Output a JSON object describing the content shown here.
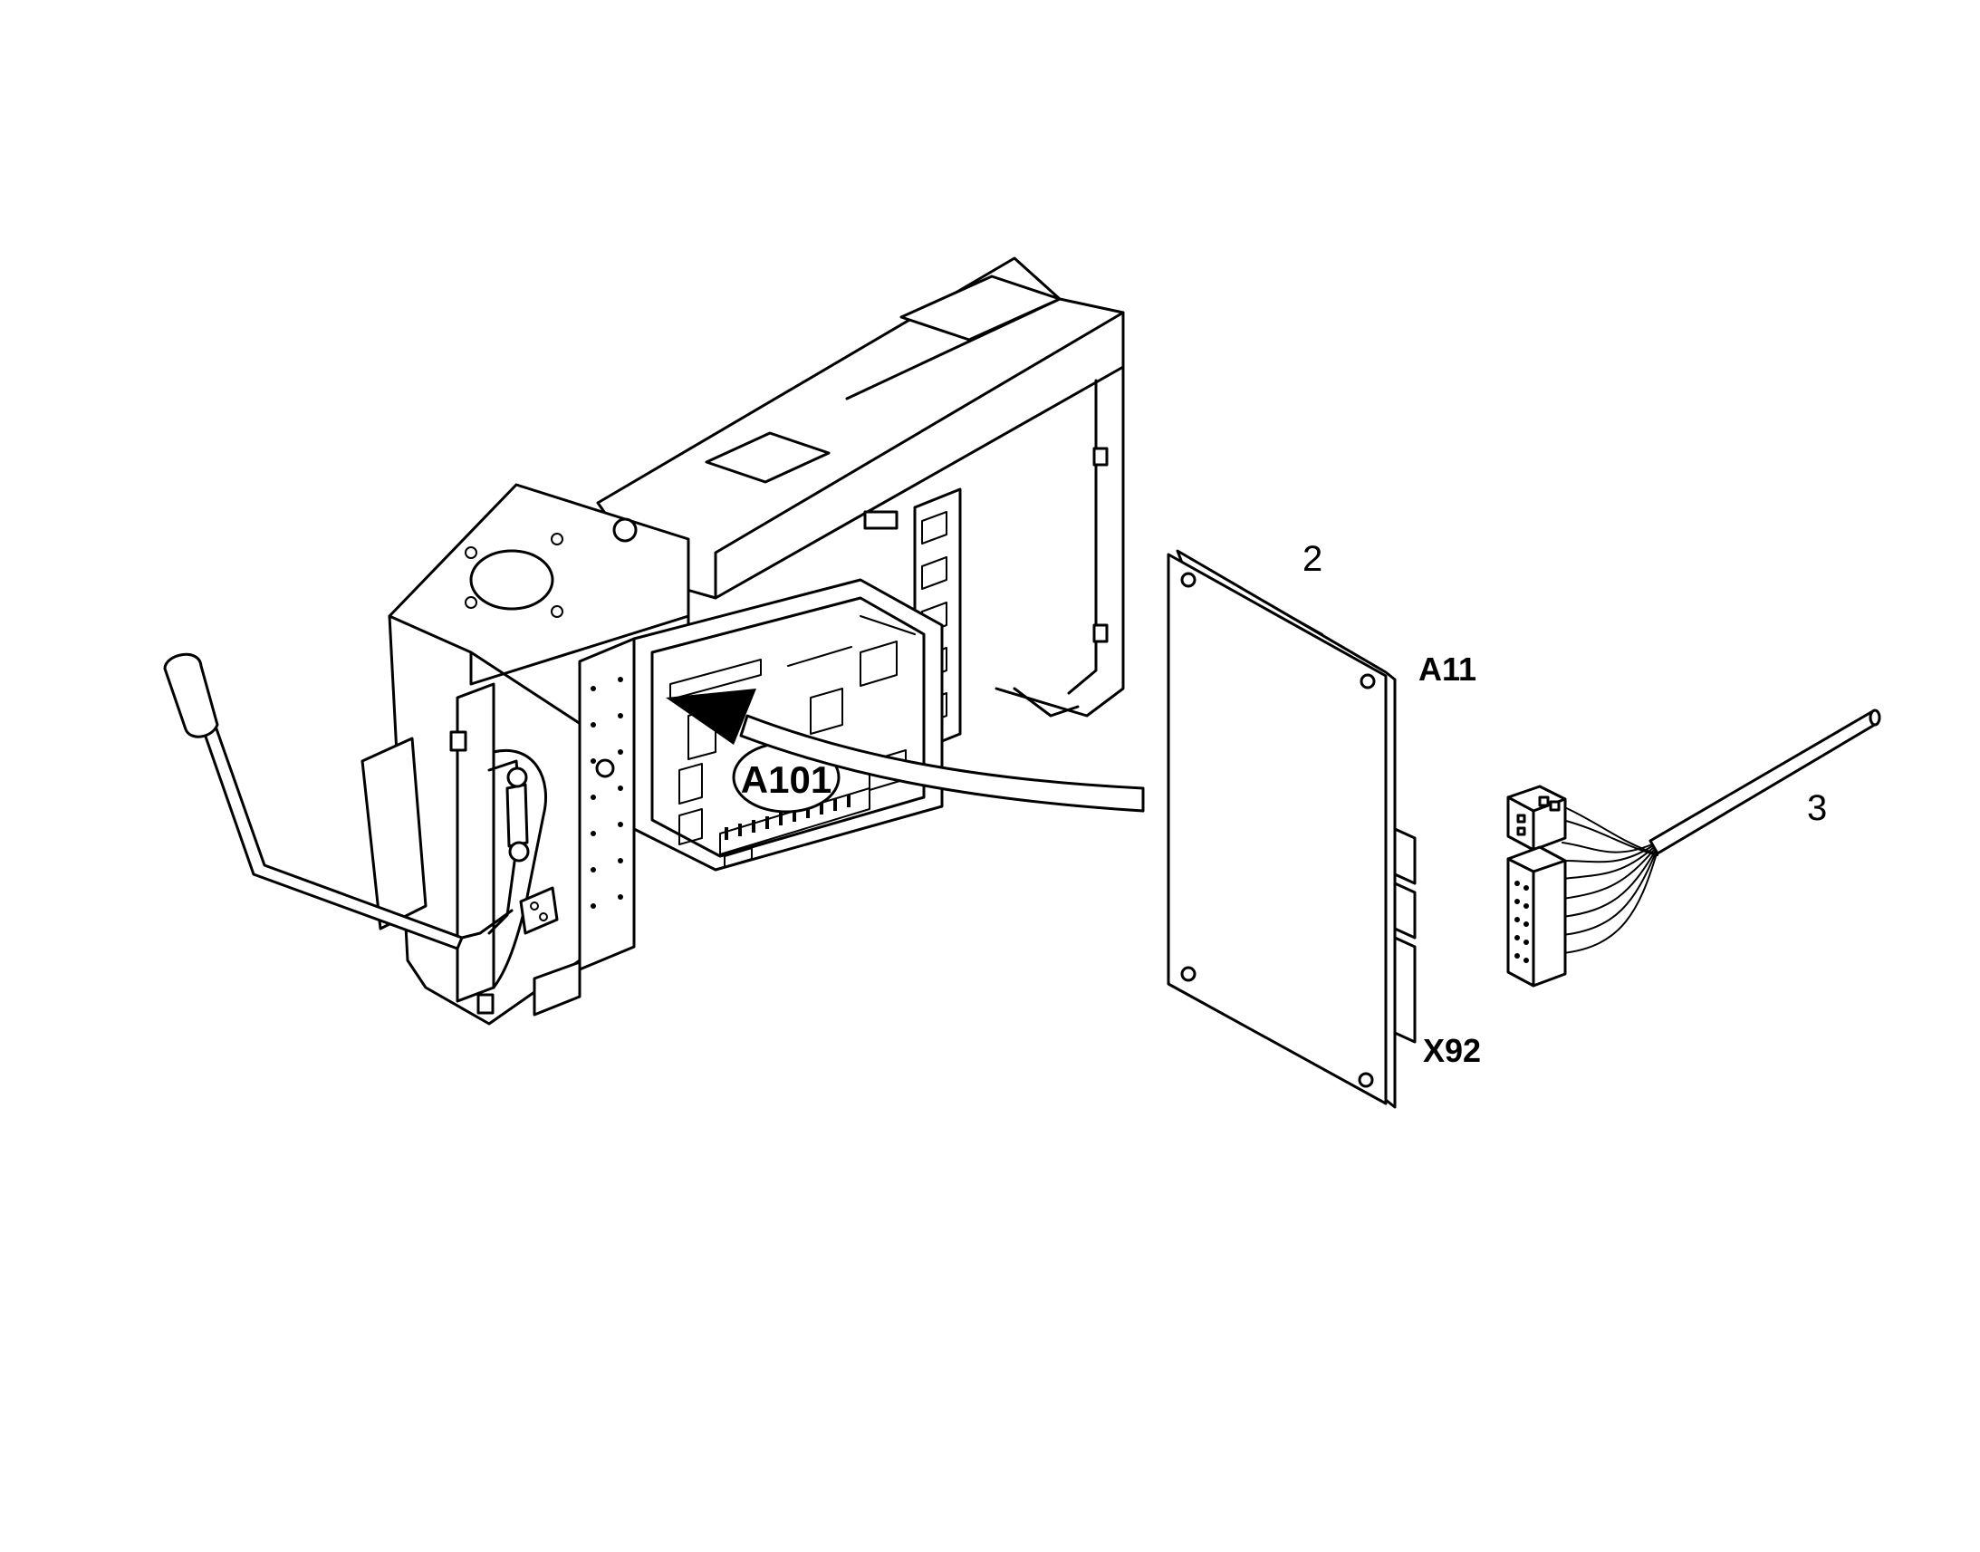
{
  "labels": {
    "callout_2": "2",
    "callout_3": "3",
    "ref_a11": "A11",
    "ref_x92": "X92",
    "board_mark": "A101"
  }
}
